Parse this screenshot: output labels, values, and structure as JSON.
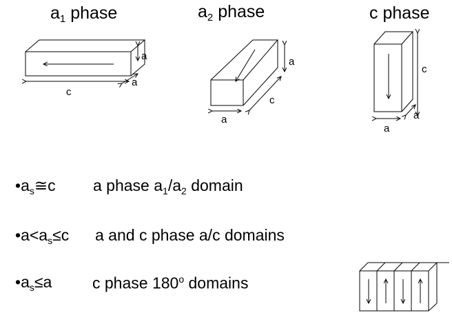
{
  "headings": {
    "a1": {
      "base": "a",
      "sub": "1",
      "text": " phase"
    },
    "a2": {
      "base": "a",
      "sub": "2",
      "text": " phase"
    },
    "c": {
      "text": "c phase"
    }
  },
  "labels": {
    "a1_height": "a",
    "a1_depth": "a",
    "a1_length": "c",
    "a2_height": "a",
    "a2_length": "c",
    "a2_width": "a",
    "c_height": "c",
    "c_depth": "a",
    "c_width": "a"
  },
  "conditions": [
    {
      "bullet": "•",
      "lhs": "a",
      "lhs_sub": "s",
      "relation": "≅c",
      "result_pre": "a phase a",
      "result_sub1": "1",
      "result_mid": "/a",
      "result_sub2": "2",
      "result_post": " domain"
    },
    {
      "bullet": "•",
      "pre": "a<",
      "lhs": "a",
      "lhs_sub": "s",
      "relation": "≤c",
      "result": "a and c phase a/c domains"
    },
    {
      "bullet": "•",
      "lhs": "a",
      "lhs_sub": "s",
      "relation": "≤a",
      "result_pre": "c phase 180",
      "result_sup": "o",
      "result_post": " domains"
    }
  ]
}
